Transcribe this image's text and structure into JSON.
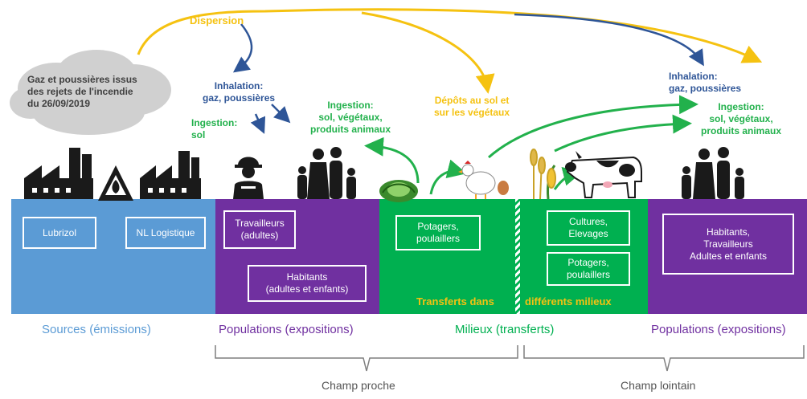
{
  "colors": {
    "sources": "#5b9bd5",
    "populations": "#7030a0",
    "milieux": "#00b050",
    "dispersion": "#f5c211",
    "inhalation": "#2e5597",
    "ingestion": "#22b14c",
    "cloud": "#d0d0d0",
    "icon": "#1a1a1a"
  },
  "cloud_text": "Gaz et poussières issus\ndes rejets de l'incendie\ndu 26/09/2019",
  "arrows": {
    "dispersion": "Dispersion",
    "inhalation_near": "Inhalation:\ngaz, poussières",
    "ingestion_sol": "Ingestion:\nsol",
    "ingestion_near": "Ingestion:\nsol, végétaux,\nproduits animaux",
    "depots": "Dépôts au sol et\nsur les végétaux",
    "inhalation_far": "Inhalation:\ngaz, poussières",
    "ingestion_far": "Ingestion:\nsol, végétaux,\nproduits animaux"
  },
  "boxes": {
    "lubrizol": "Lubrizol",
    "nl_logistique": "NL Logistique",
    "travailleurs": "Travailleurs\n(adultes)",
    "habitants_near": "Habitants\n(adultes et enfants)",
    "potagers_near": "Potagers,\npoulaillers",
    "cultures": "Cultures,\nElevages",
    "potagers_far": "Potagers,\npoulaillers",
    "habitants_far": "Habitants,\nTravailleurs\nAdultes et enfants"
  },
  "transferts": {
    "left": "Transferts dans",
    "right": "différents milieux"
  },
  "columns": {
    "sources": "Sources (émissions)",
    "populations_near": "Populations (expositions)",
    "milieux": "Milieux (transferts)",
    "populations_far": "Populations (expositions)"
  },
  "fields": {
    "near": "Champ proche",
    "far": "Champ lointain"
  }
}
